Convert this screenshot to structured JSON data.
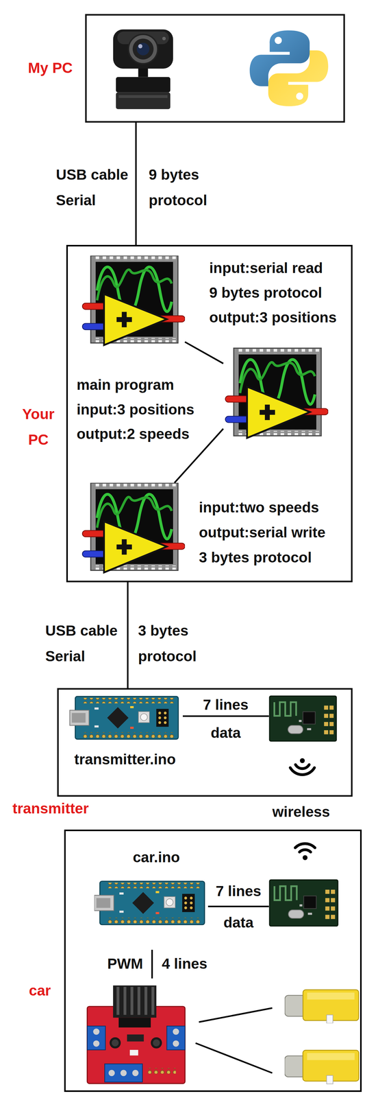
{
  "diagram": {
    "nodes": [
      {
        "text": [
          "My PC"
        ]
      },
      {
        "text": [
          "Your PC"
        ]
      },
      {
        "text": [
          "input:serial read",
          "9 bytes protocol",
          "output:3 positions"
        ],
        "in": 1
      },
      {
        "text": [
          "main program",
          "input:3 positions",
          "output:2 speeds"
        ],
        "in": 1
      },
      {
        "text": [
          "input:two speeds",
          "output:serial write",
          "3 bytes protocol"
        ],
        "in": 1
      },
      {
        "text": [
          "transmitter"
        ]
      },
      {
        "text": [
          "car"
        ]
      }
    ],
    "edges": [
      {
        "from": 0,
        "to": 1,
        "arrow": "none",
        "label": "USB cable Serial"
      },
      {
        "from": 2,
        "to": 3,
        "arrow": "none"
      },
      {
        "from": 3,
        "to": 4,
        "arrow": "none"
      },
      {
        "from": 1,
        "to": 5,
        "arrow": "none",
        "label": "USB cable Serial"
      }
    ],
    "labels": [
      "9 bytes protocol",
      "3 bytes protocol",
      "transmitter.ino",
      "7 lines",
      "data",
      "wireless",
      "car.ino",
      "7 lines",
      "data",
      "PWM",
      "4 lines"
    ]
  }
}
